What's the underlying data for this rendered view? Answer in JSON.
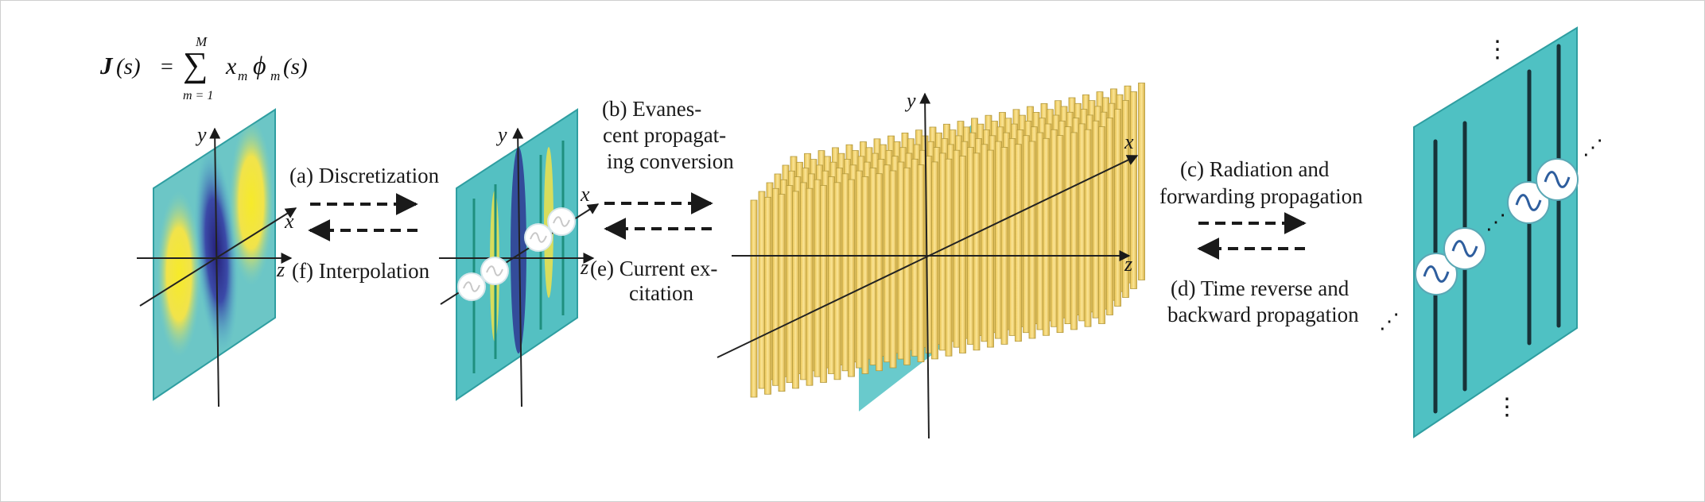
{
  "formula": {
    "lhs": "J",
    "lhs_arg": "(s)",
    "equals": "=",
    "sum": "∑",
    "sum_upper": "M",
    "sum_lower": "m = 1",
    "term_x": "x",
    "term_phi": "ϕ",
    "subscript": "m",
    "term_arg": "(s)"
  },
  "labels": {
    "a": "(a) Discretization",
    "f": "(f) Interpolation",
    "b_line1": "(b) Evanes-",
    "b_line2": "cent propagat-",
    "b_line3": "ing conversion",
    "e_line1": "(e) Current ex-",
    "e_line2": "citation",
    "c_line1": "(c) Radiation and",
    "c_line2": "forwarding propagation",
    "d_line1": "(d) Time reverse and",
    "d_line2": "backward propagation"
  },
  "axes": {
    "x": "x",
    "y": "y",
    "z": "z"
  },
  "ellipsis": {
    "vertical": "⋮",
    "diagonal": "⋰"
  },
  "colors": {
    "panel": "#4fc1c3",
    "panel_edge": "#2f9ea1",
    "field_yellow": "#f3e43a",
    "field_blue": "#2a2c8c",
    "wire": "#f5d873",
    "wire_edge": "#b39a3e",
    "strip": "#1e3a3e",
    "source_curve": "#2e5e9e"
  }
}
